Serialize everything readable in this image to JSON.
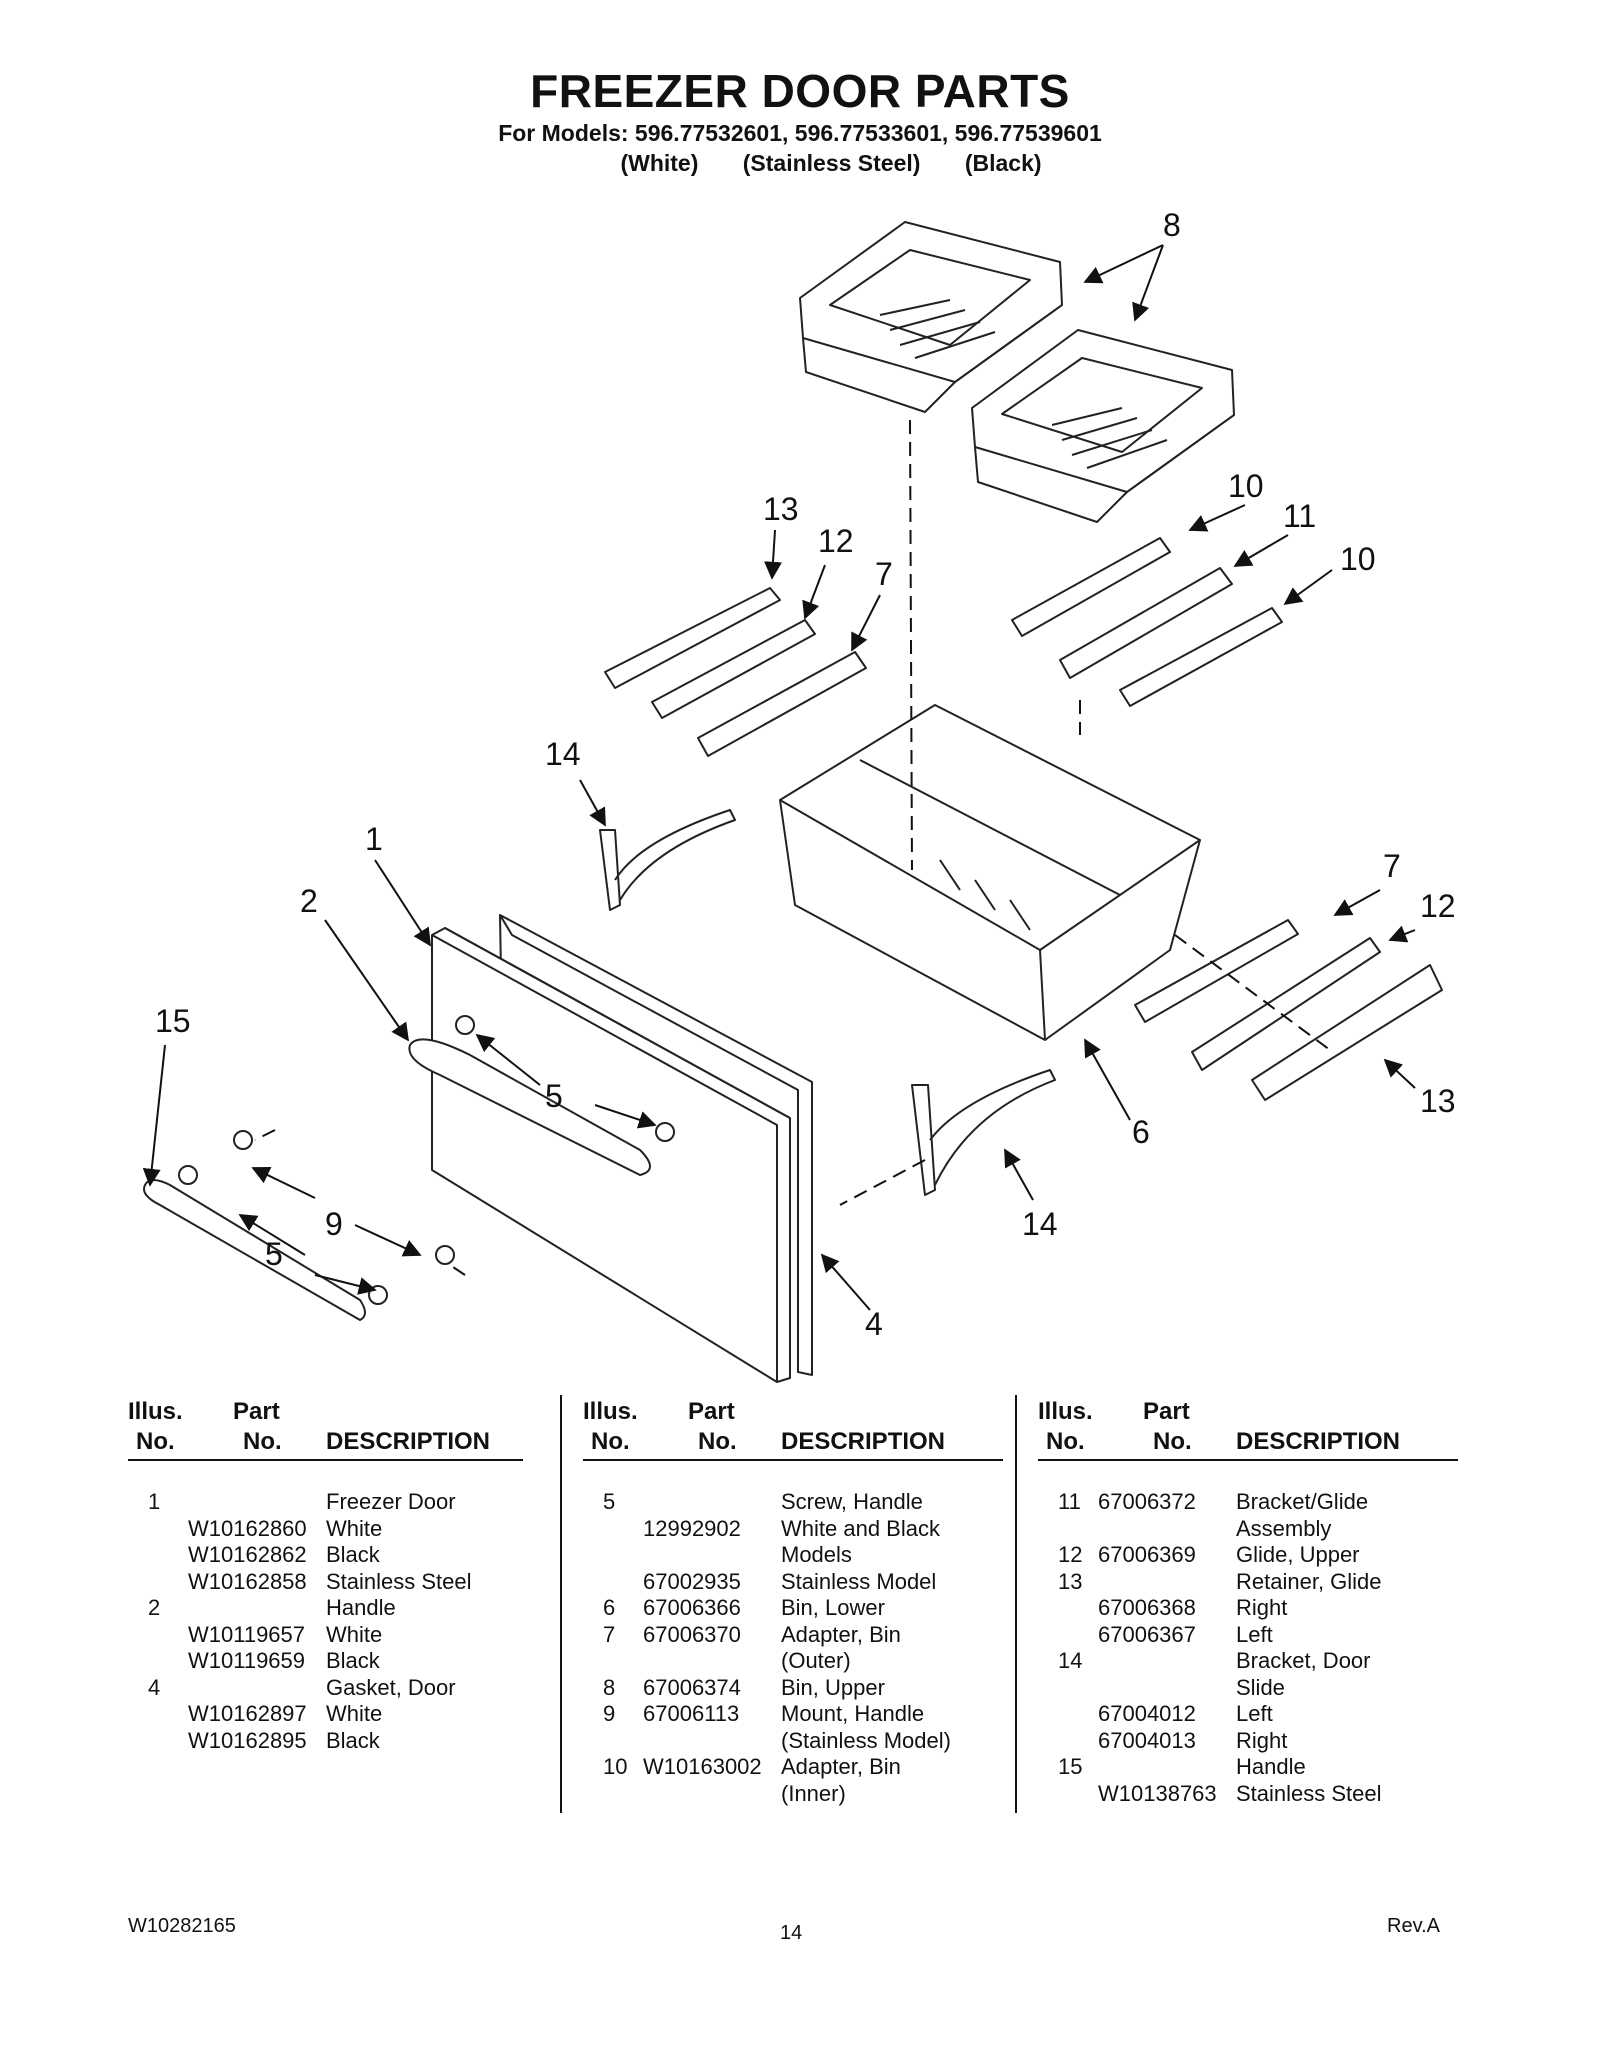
{
  "header": {
    "title": "FREEZER DOOR PARTS",
    "models_line": "For Models: 596.77532601, 596.77533601, 596.77539601",
    "finishes": [
      "(White)",
      "(Stainless Steel)",
      "(Black)"
    ]
  },
  "diagram": {
    "callouts": [
      "8",
      "13",
      "12",
      "7",
      "10",
      "11",
      "10",
      "14",
      "1",
      "2",
      "15",
      "5",
      "9",
      "5",
      "4",
      "6",
      "14",
      "7",
      "12",
      "13"
    ]
  },
  "table": {
    "headers": {
      "illus_top": "Illus.",
      "illus_bottom": "No.",
      "part_top": "Part",
      "part_bottom": "No.",
      "description": "DESCRIPTION"
    },
    "columns": [
      [
        {
          "illus": "1",
          "part": "",
          "desc": "Freezer Door"
        },
        {
          "illus": "",
          "part": "W10162860",
          "desc": "White"
        },
        {
          "illus": "",
          "part": "W10162862",
          "desc": "Black"
        },
        {
          "illus": "",
          "part": "W10162858",
          "desc": "Stainless Steel"
        },
        {
          "illus": "2",
          "part": "",
          "desc": "Handle"
        },
        {
          "illus": "",
          "part": "W10119657",
          "desc": "White"
        },
        {
          "illus": "",
          "part": "W10119659",
          "desc": "Black"
        },
        {
          "illus": "4",
          "part": "",
          "desc": "Gasket, Door"
        },
        {
          "illus": "",
          "part": "W10162897",
          "desc": "White"
        },
        {
          "illus": "",
          "part": "W10162895",
          "desc": "Black"
        }
      ],
      [
        {
          "illus": "5",
          "part": "",
          "desc": "Screw, Handle"
        },
        {
          "illus": "",
          "part": "12992902",
          "desc": "White and Black"
        },
        {
          "illus": "",
          "part": "",
          "desc": "Models"
        },
        {
          "illus": "",
          "part": "67002935",
          "desc": "Stainless Model"
        },
        {
          "illus": "6",
          "part": "67006366",
          "desc": "Bin, Lower"
        },
        {
          "illus": "7",
          "part": "67006370",
          "desc": "Adapter, Bin"
        },
        {
          "illus": "",
          "part": "",
          "desc": "(Outer)"
        },
        {
          "illus": "8",
          "part": "67006374",
          "desc": "Bin, Upper"
        },
        {
          "illus": "9",
          "part": "67006113",
          "desc": "Mount, Handle"
        },
        {
          "illus": "",
          "part": "",
          "desc": "(Stainless Model)"
        },
        {
          "illus": "10",
          "part": "W10163002",
          "desc": "Adapter, Bin"
        },
        {
          "illus": "",
          "part": "",
          "desc": "(Inner)"
        }
      ],
      [
        {
          "illus": "11",
          "part": "67006372",
          "desc": "Bracket/Glide"
        },
        {
          "illus": "",
          "part": "",
          "desc": "Assembly"
        },
        {
          "illus": "12",
          "part": "67006369",
          "desc": "Glide, Upper"
        },
        {
          "illus": "13",
          "part": "",
          "desc": "Retainer, Glide"
        },
        {
          "illus": "",
          "part": "67006368",
          "desc": "Right"
        },
        {
          "illus": "",
          "part": "67006367",
          "desc": "Left"
        },
        {
          "illus": "14",
          "part": "",
          "desc": "Bracket, Door"
        },
        {
          "illus": "",
          "part": "",
          "desc": "Slide"
        },
        {
          "illus": "",
          "part": "67004012",
          "desc": "Left"
        },
        {
          "illus": "",
          "part": "67004013",
          "desc": "Right"
        },
        {
          "illus": "15",
          "part": "",
          "desc": "Handle"
        },
        {
          "illus": "",
          "part": "W10138763",
          "desc": "Stainless Steel"
        }
      ]
    ]
  },
  "footer": {
    "doc_number": "W10282165",
    "page_number": "14",
    "revision": "Rev.A"
  }
}
